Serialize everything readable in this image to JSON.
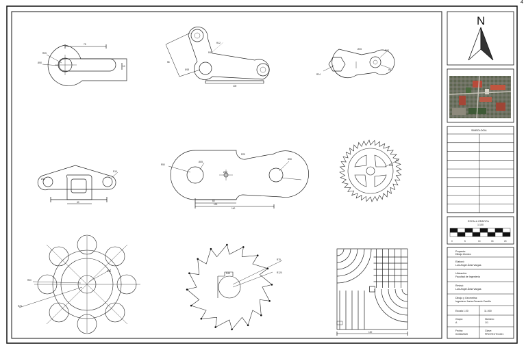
{
  "side_marker": "4",
  "north": {
    "label": "N"
  },
  "table": {
    "title": "SIMBOLOGIA",
    "rows": 9
  },
  "scale_bar": {
    "title": "ESCALA GRAFICA",
    "unit": "1:100",
    "ticks": [
      "0",
      "5",
      "10",
      "15",
      "20"
    ]
  },
  "info": {
    "proyecto": {
      "label": "Proyecto:",
      "value": "Dibujo técnico"
    },
    "elaborado": {
      "label": "Elaboró:",
      "value": "Luis Angel Ávila Vargas"
    },
    "ubicacion": {
      "label": "Ubicación:",
      "value": "Facultad de Ingeniería"
    },
    "revisado": {
      "label": "Revisó:",
      "value": "Luis Angel Ávila Vargas"
    },
    "docente": {
      "label": "Dibujo y Geometría:",
      "value": "Ingeniero Jesús Gerardo Carrillo"
    },
    "escala": {
      "label": "Escala 1:20",
      "value": "11.000"
    },
    "grupo": {
      "label": "Grupo:",
      "value": "A",
      "label2": "Número:",
      "value2": "1/1"
    },
    "fecha": {
      "label": "Fecha:",
      "value": "01/06/2020",
      "label2": "Clave:",
      "value2": "PROYECTO-001"
    }
  },
  "dims": {
    "d1_top": "75",
    "d1_r": "R35",
    "d1_phi": "Ø30",
    "d1_w": "10",
    "d2_top": "R12",
    "d2_l": "58",
    "d2_phi": "Ø18",
    "d2_w": "100",
    "d2_r": "R45",
    "d3_hex": "R24",
    "d3_a": "Ø15",
    "d3_b": "R12",
    "d3_c": "Ø17",
    "d4_a": "Ø15",
    "d4_b": "R10",
    "d4_c": "40",
    "d5_a": "R50",
    "d5_b": "Ø25",
    "d5_c": "Ø10",
    "d5_d": "R25",
    "d5_e": "Ø30",
    "d5_f": "60",
    "d5_g": "100",
    "d5_h": "140",
    "d6_a": "Ø25",
    "d6_b": "R5",
    "d7_a": "R30",
    "d7_b": "R25",
    "d7_c": "R15",
    "d8_a": "R75",
    "d8_b": "R120",
    "d8_c": "R45",
    "d9_a": "120"
  }
}
